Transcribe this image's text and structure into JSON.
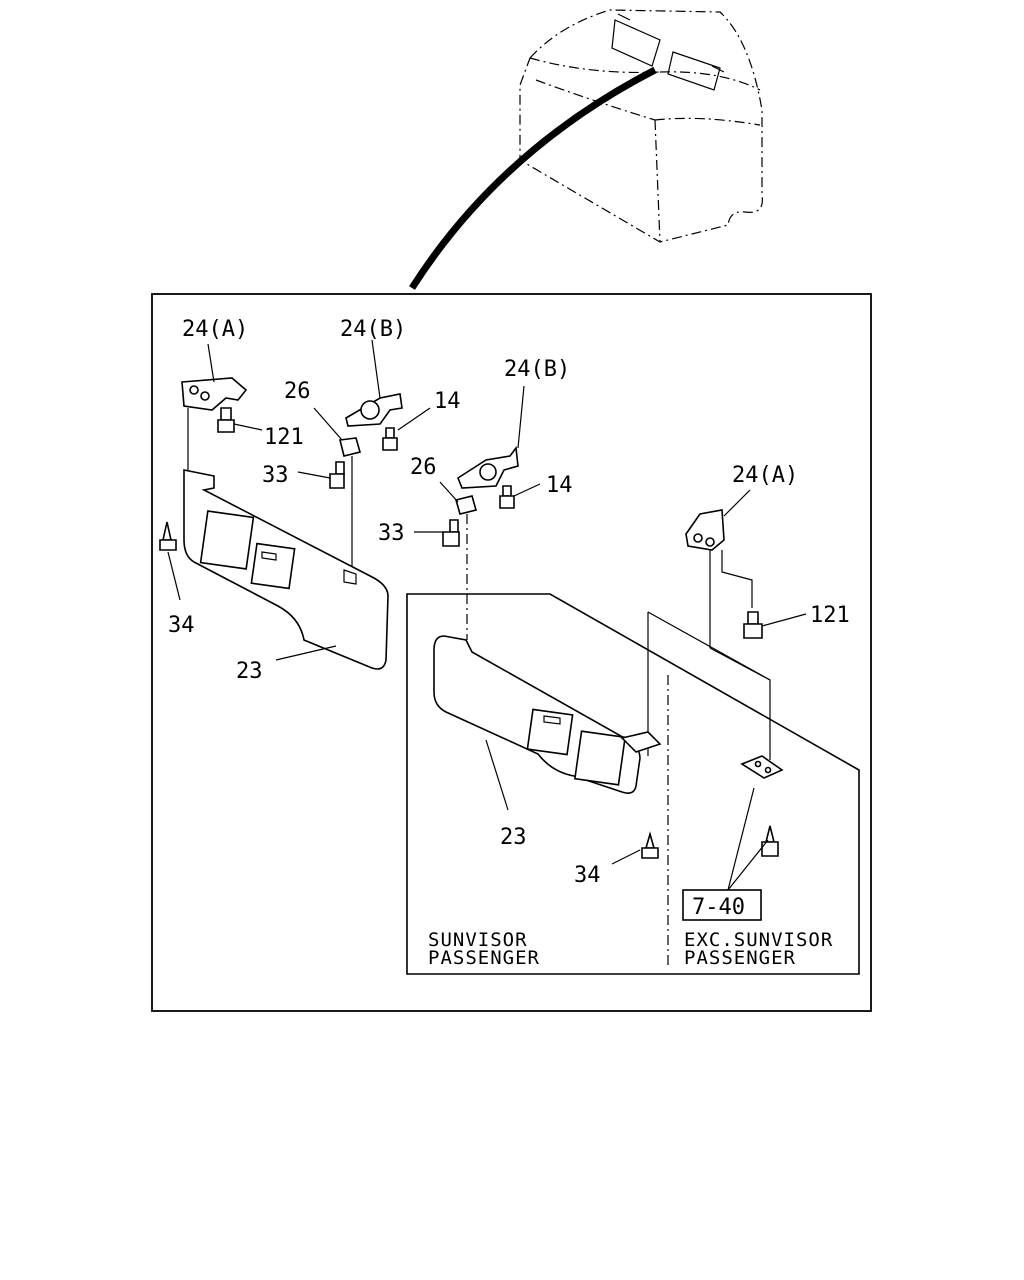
{
  "callouts": {
    "c24a_left": "24(A)",
    "c24b_left": "24(B)",
    "c26_left": "26",
    "c14_left": "14",
    "c121_left": "121",
    "c33_left": "33",
    "c34_left": "34",
    "c23_left": "23",
    "c24b_mid": "24(B)",
    "c26_mid": "26",
    "c14_mid": "14",
    "c33_mid": "33",
    "c24a_right": "24(A)",
    "c121_right": "121",
    "c23_right": "23",
    "c34_right": "34"
  },
  "reference_box": "7-40",
  "notes": {
    "left_line1": "SUNVISOR",
    "left_line2": "PASSENGER",
    "right_line1": "EXC.SUNVISOR",
    "right_line2": "PASSENGER"
  }
}
